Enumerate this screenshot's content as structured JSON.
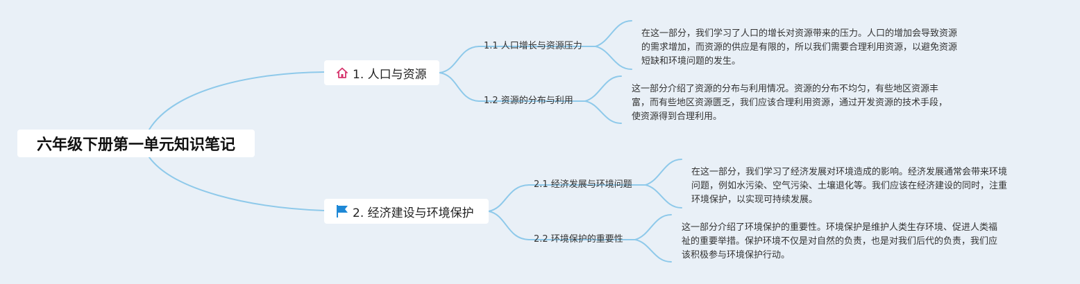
{
  "root": {
    "title": "六年级下册第一单元知识笔记"
  },
  "topics": [
    {
      "label": "1. 人口与资源",
      "icon": "home-icon",
      "icon_color": "#d6336c",
      "subtopics": [
        {
          "label": "1.1 人口增长与资源压力",
          "note_lines": [
            "在这一部分，我们学习了人口的增长对资源带来的压力。人口的增加会导致资源",
            "的需求增加，而资源的供应是有限的，所以我们需要合理利用资源，以避免资源",
            "短缺和环境问题的发生。"
          ]
        },
        {
          "label": "1.2 资源的分布与利用",
          "note_lines": [
            "这一部分介绍了资源的分布与利用情况。资源的分布不均匀，有些地区资源丰",
            "富，而有些地区资源匮乏，我们应该合理利用资源，通过开发资源的技术手段，",
            "使资源得到合理利用。"
          ]
        }
      ]
    },
    {
      "label": "2. 经济建设与环境保护",
      "icon": "flag-icon",
      "icon_color": "#1e88d6",
      "subtopics": [
        {
          "label": "2.1 经济发展与环境问题",
          "note_lines": [
            "在这一部分，我们学习了经济发展对环境造成的影响。经济发展通常会带来环境",
            "问题，例如水污染、空气污染、土壤退化等。我们应该在经济建设的同时，注重",
            "环境保护，以实现可持续发展。"
          ]
        },
        {
          "label": "2.2 环境保护的重要性",
          "note_lines": [
            "这一部分介绍了环境保护的重要性。环境保护是维护人类生存环境、促进人类福",
            "祉的重要举措。保护环境不仅是对自然的负责，也是对我们后代的负责，我们应",
            "该积极参与环境保护行动。"
          ]
        }
      ]
    }
  ],
  "colors": {
    "background": "#e9f0f7",
    "connector": "#8ec9ea",
    "node_fill": "#ffffff"
  }
}
